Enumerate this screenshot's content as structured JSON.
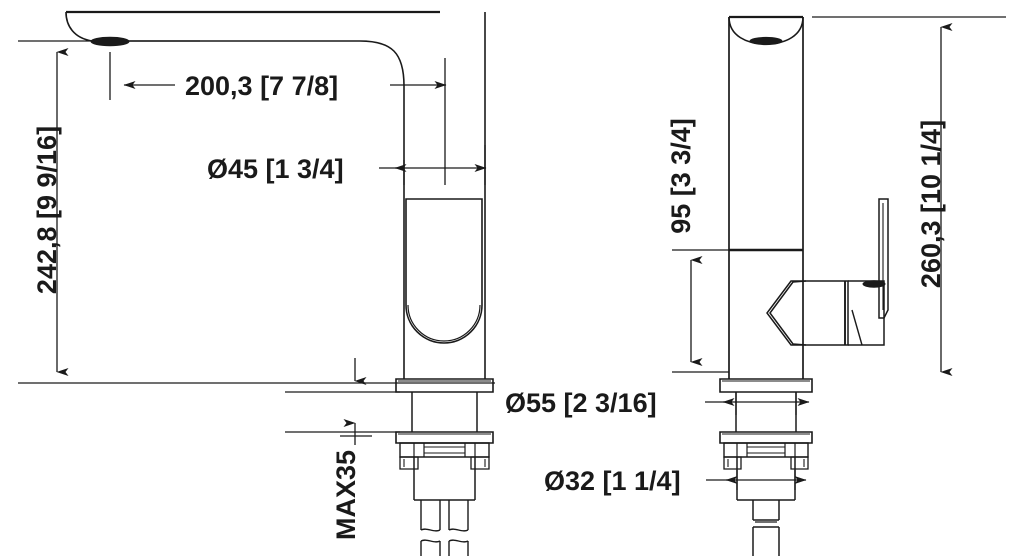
{
  "drawing": {
    "type": "engineering-dimension-drawing",
    "subject": "single-lever basin faucet / mixer tap",
    "views": [
      {
        "name": "front-view",
        "position": "left"
      },
      {
        "name": "side-view",
        "position": "right"
      }
    ],
    "line_color": "#1a1a1a",
    "background_color": "#ffffff"
  },
  "dimensions": {
    "spout_reach": {
      "label": "200,3 [7 7/8]",
      "value_mm": 200.3,
      "value_in": "7 7/8",
      "orientation": "horizontal",
      "view": "front-view"
    },
    "body_diameter": {
      "label": "Ø45 [1 3/4]",
      "value_mm": 45,
      "value_in": "1 3/4",
      "orientation": "horizontal",
      "view": "front-view"
    },
    "overall_height_front": {
      "label": "242,8 [9 9/16]",
      "value_mm": 242.8,
      "value_in": "9 9/16",
      "orientation": "vertical",
      "view": "front-view"
    },
    "max_deck_thickness": {
      "label": "MAX35",
      "value_mm": 35,
      "orientation": "vertical",
      "view": "front-view"
    },
    "base_flange_diameter": {
      "label": "Ø55 [2 3/16]",
      "value_mm": 55,
      "value_in": "2 3/16",
      "orientation": "horizontal",
      "view": "side-view"
    },
    "shank_diameter": {
      "label": "Ø32 [1 1/4]",
      "value_mm": 32,
      "value_in": "1 1/4",
      "orientation": "horizontal",
      "view": "side-view"
    },
    "handle_height": {
      "label": "95 [3 3/4]",
      "value_mm": 95,
      "value_in": "3 3/4",
      "orientation": "vertical",
      "view": "side-view"
    },
    "overall_height_side": {
      "label": "260,3 [10 1/4]",
      "value_mm": 260.3,
      "value_in": "10 1/4",
      "orientation": "vertical",
      "view": "side-view"
    }
  }
}
